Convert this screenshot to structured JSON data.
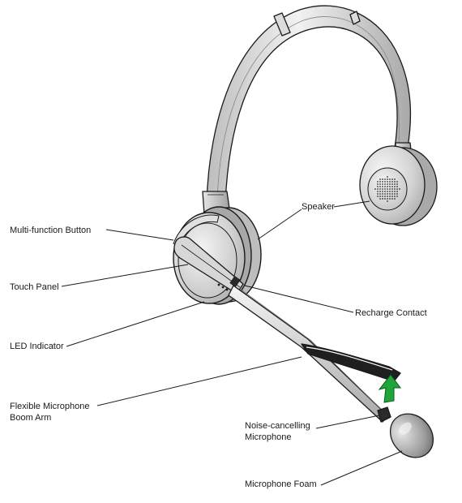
{
  "labels": {
    "speaker": "Speaker",
    "multi_function_button": "Multi-function Button",
    "touch_panel": "Touch Panel",
    "recharge_contact": "Recharge Contact",
    "led_indicator": "LED Indicator",
    "flexible_boom_line1": "Flexible Microphone",
    "flexible_boom_line2": "Boom Arm",
    "noise_cancelling_line1": "Noise-cancelling",
    "noise_cancelling_line2": "Microphone",
    "microphone_foam": "Microphone Foam"
  },
  "colors": {
    "outline": "#1a1a1a",
    "metal_light": "#ededed",
    "metal_mid": "#c8c8c8",
    "metal_dark": "#9a9a9a",
    "accent_green": "#1fa53a"
  }
}
